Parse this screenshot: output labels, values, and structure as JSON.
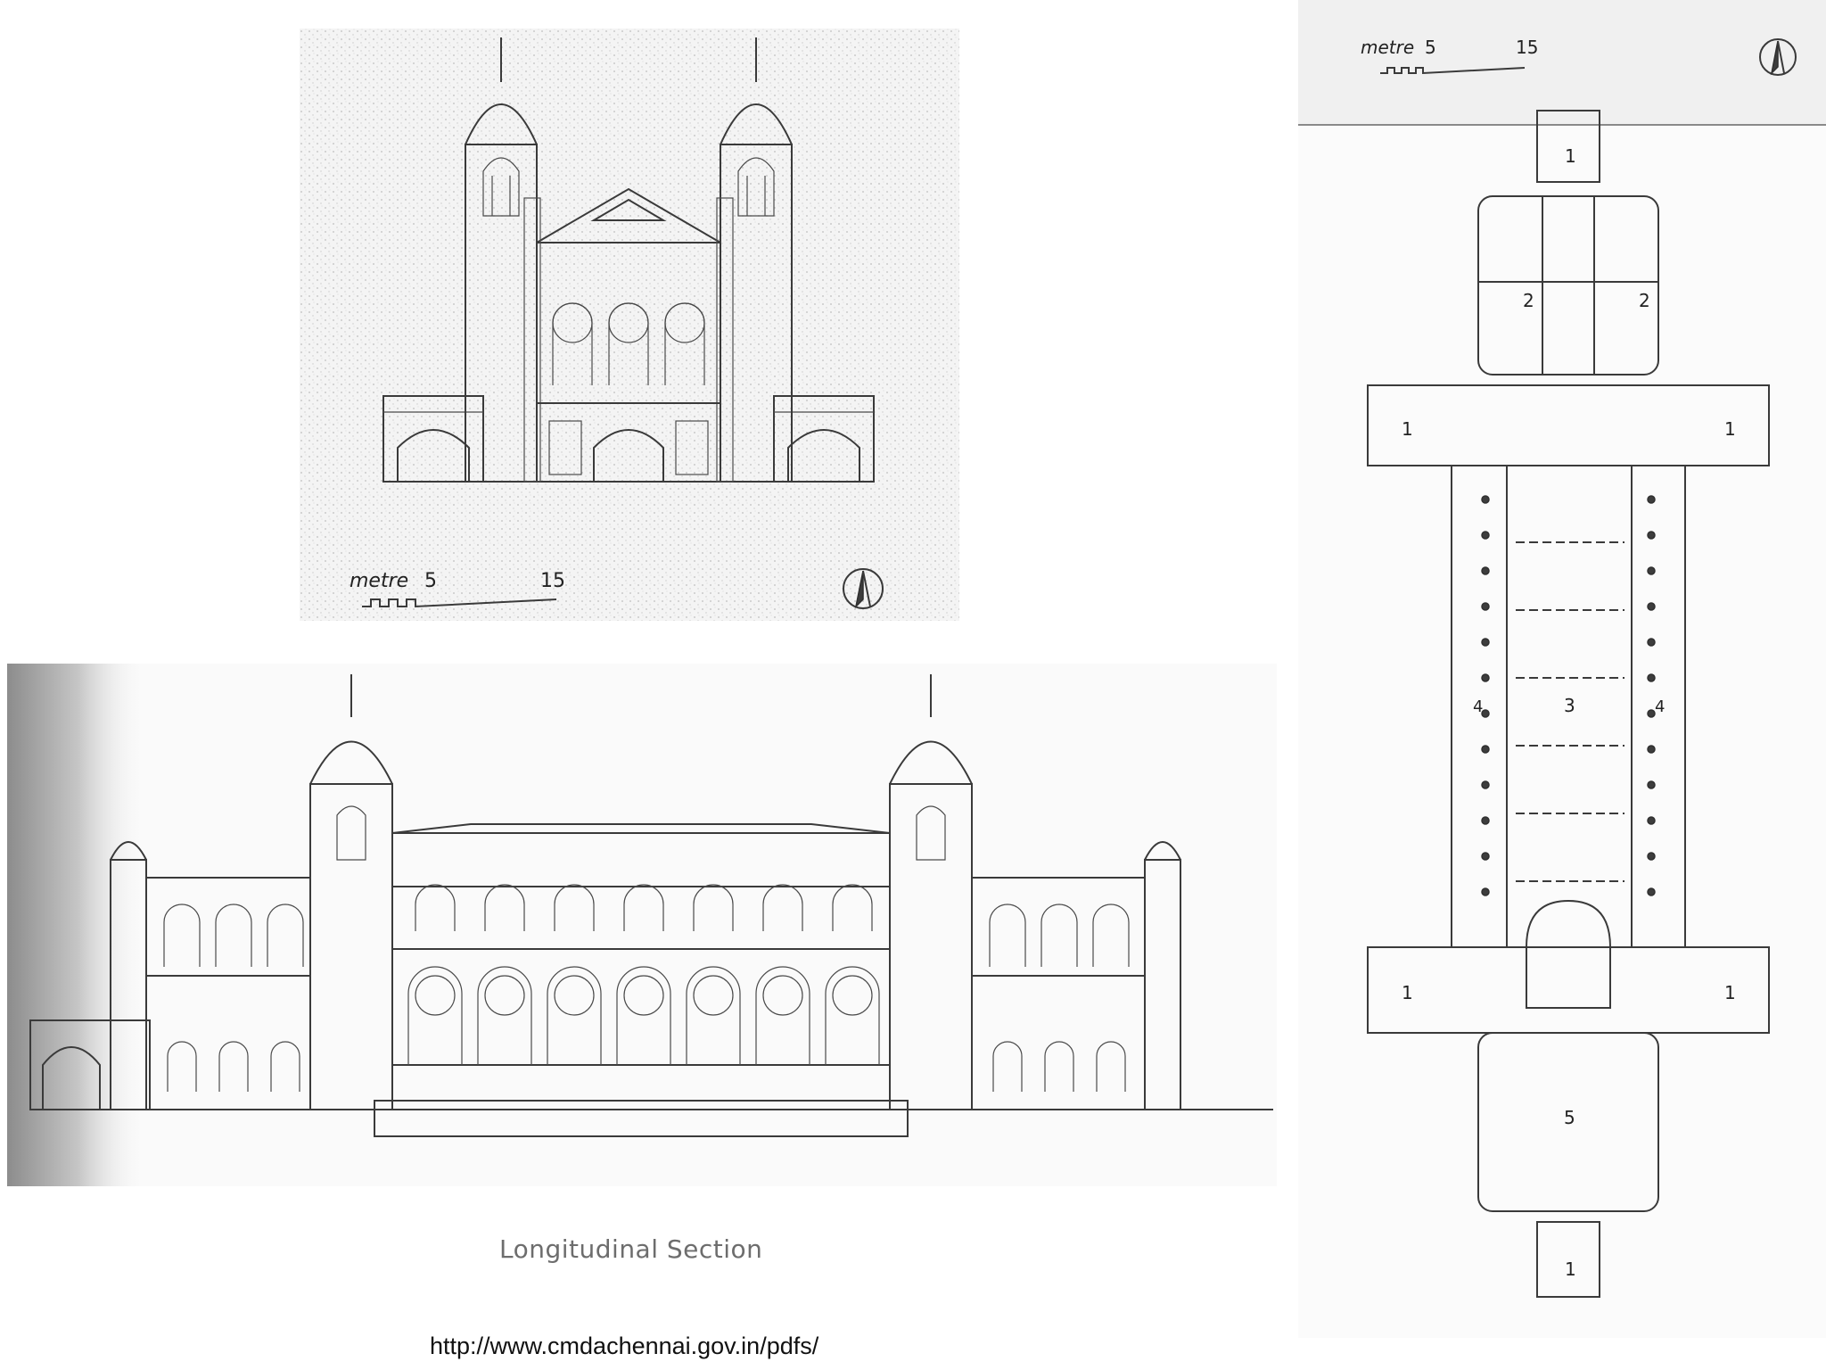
{
  "elevation": {
    "scale_unit": "metre",
    "scale_mark_1": "5",
    "scale_mark_2": "15"
  },
  "section": {
    "caption": "Longitudinal Section"
  },
  "plan": {
    "scale_unit": "metre",
    "scale_mark_1": "5",
    "scale_mark_2": "15",
    "room_labels": [
      "1",
      "2",
      "2",
      "1",
      "1",
      "3",
      "4",
      "4",
      "1",
      "1",
      "5",
      "1"
    ]
  },
  "source": {
    "url": "http://www.cmdachennai.gov.in/pdfs/"
  },
  "colors": {
    "ink": "#3a3a3a",
    "paper_speckle": "#d8d8d8",
    "caption": "#6d6d6d"
  },
  "icons": [
    "north-arrow-icon",
    "north-arrow-icon"
  ]
}
